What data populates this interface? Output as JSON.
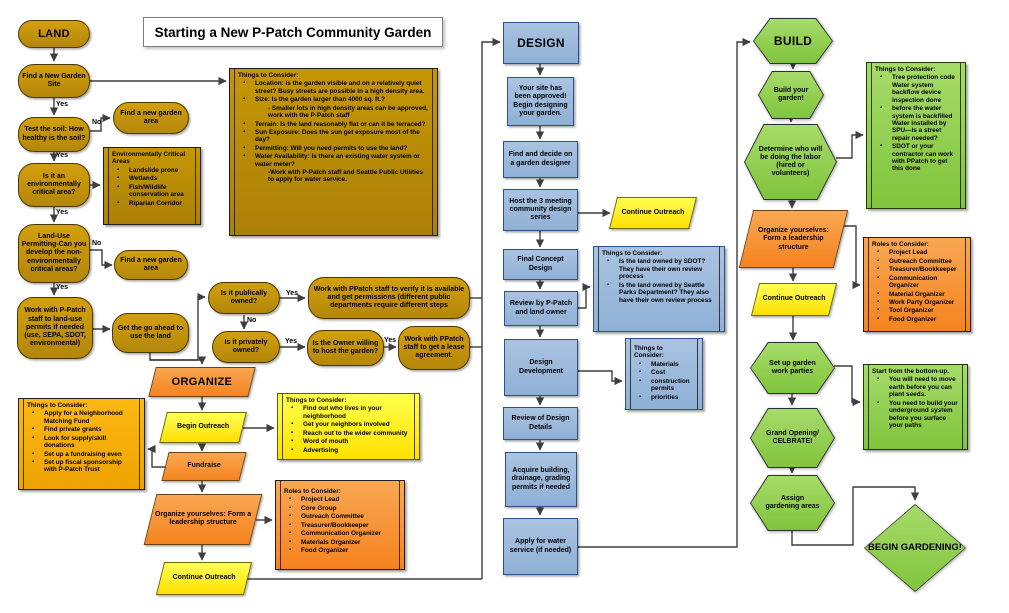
{
  "title": "Starting a New P-Patch Community Garden",
  "labels": {
    "yes": "Yes",
    "no": "No"
  },
  "colors": {
    "gold": "#BF9000",
    "gold_bright": "#FFC000",
    "orange": "#F79646",
    "yellow": "#FFFF00",
    "blue": "#95B3D7",
    "green": "#92D050"
  },
  "land": {
    "header": "LAND",
    "find_site": "Find a New Garden Site",
    "find_new_area_top": "Find a new garden area",
    "test_soil": "Test the soil: How healthy is the soil?",
    "env_critical": "Is it an environmentally critical area?",
    "land_use": "Land-Use Permitting-Can you develop the non-environmentally critical areas?",
    "find_new_area_mid": "Find a new garden area",
    "work_permits": "Work with P-Patch staff to land-use permits if needed (use, SEPA, SDOT, environmental)",
    "go_ahead": "Get the go ahead to use the land",
    "env_note": {
      "title": "Environmentally Critical Areas",
      "items": [
        "Landslide prone",
        "Wetlands",
        "Fish/Wildlife conservation area",
        "Riparian Corridor"
      ]
    },
    "site_note": {
      "title": "Things to Consider:",
      "items": [
        "Location: Is the garden visible and on a relatively quiet street? Busy streets are possible in a high density area.",
        "Size: Is the garden larger than 4000 sq. ft.?",
        "- Smaller lots in high density areas can be approved, work with the P-Patch staff",
        "Terrain: Is the land reasonably flat or can it be terraced?",
        "Sun Exposure: Does the sun get exposure most of the day?",
        "Permitting: Will you need permits to use the land?",
        "Water Availability: Is there an existing water system or water meter?",
        "-Work with P-Patch staff and Seattle Public Utilities to apply for water service."
      ]
    }
  },
  "ownership": {
    "public_q": "Is it publically owned?",
    "verify": "Work with PPatch staff to verify it is available and get permissions (different public departments require different steps",
    "private_q": "Is it privately owned?",
    "owner_willing": "Is the Owner willing to host the garden?",
    "lease": "Work with PPatch staff to get a lease agreement."
  },
  "organize": {
    "header": "ORGANIZE",
    "begin_outreach": "Begin Outreach",
    "fundraise": "Fundraise",
    "leadership": "Organize yourselves: Form a leadership structure",
    "continue_outreach": "Continue Outreach",
    "funding_note": {
      "title": "Things to Consider:",
      "items": [
        "Apply for a Neighborhood Matching Fund",
        "Find private grants",
        "Look for supply/skill donations",
        "Set up a fundraising even",
        "Set up fiscal sponsorship with P-Patch Trust"
      ]
    },
    "outreach_note": {
      "title": "Things to Consider:",
      "items": [
        "Find out who lives in your neighborhood",
        "Get your neighbors involved",
        "Reach out to the wider community",
        "Word of mouth",
        "Advertising"
      ]
    },
    "roles_note": {
      "title": "Roles to Consider:",
      "items": [
        "Project Lead",
        "Core Group",
        "Outreach Committee",
        "Treasurer/Bookkeeper",
        "Communication Organizer",
        "Materials Organizer",
        "Food Organizer"
      ]
    }
  },
  "design": {
    "header": "DESIGN",
    "approved": "Your site has been approved! Begin designing your garden.",
    "find_designer": "Find and decide on a garden designer",
    "host_series": "Host the 3 meeting community design series",
    "continue_outreach": "Continue Outreach",
    "final_concept": "Final Concept Design",
    "review": "Review by P-Patch and land owner",
    "review_note": {
      "title": "Things to Consider:",
      "items": [
        "Is the land owned by SDOT? They have their own review process",
        "Is the land owned by Seattle Parks Department? They also have their own review process"
      ]
    },
    "development": "Design Development",
    "dev_note": {
      "title": "Things to Consider:",
      "items": [
        "Materials",
        "Cost",
        "construction permits",
        "priorities"
      ]
    },
    "review_details": "Review of Design Details",
    "acquire_permits": "Acquire building, drainage, grading permits if needed",
    "water_service": "Apply for water service (if needed)"
  },
  "build": {
    "header": "BUILD",
    "build_garden": "Build your garden!",
    "determine_labor": "Determine who will be doing the labor (hired or volunteers)",
    "water_note": {
      "title": "Things to Consider:",
      "items": [
        "Tree protection code Water system backflow device inspection done",
        "before the water system is backfilled Water installed by SPU—Is a street repair needed?",
        "SDOT or your contractor can work with PPatch to get this done"
      ]
    },
    "leadership": "Organize yourselves: Form a leadership structure",
    "continue_outreach": "Continue Outreach",
    "roles_note": {
      "title": "Roles to Consider:",
      "items": [
        "Project Lead",
        "Outreach Committee",
        "Treasurer/Bookkeeper",
        "Communication Organizer",
        "Material Organizer",
        "Work Party Organizer",
        "Tool Organizer",
        "Food Organizer"
      ]
    },
    "work_parties": "Set up garden work parties",
    "bottom_up_note": {
      "title": "Start from the bottom-up.",
      "items": [
        "You will need to move earth before you can plant seeds.",
        "You need to build your underground system before you surface your paths"
      ]
    },
    "grand_opening": "Grand Opening/ CELBRATE!",
    "assign_areas": "Assign gardening areas",
    "begin_gardening": "BEGIN GARDENING!"
  }
}
